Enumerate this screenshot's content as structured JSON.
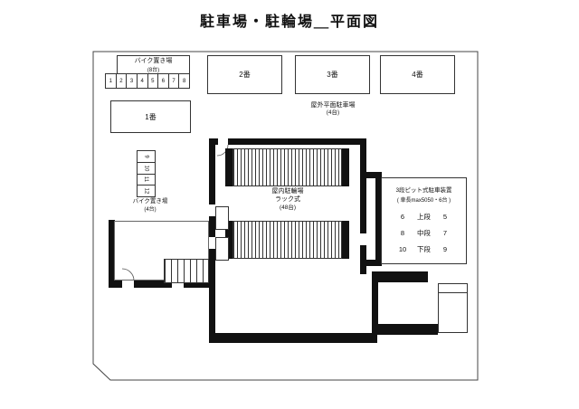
{
  "title": "駐車場・駐輪場＿平面図",
  "bike8": {
    "label": "バイク置き場",
    "capacity": "(8台)",
    "stalls": [
      "1",
      "2",
      "3",
      "4",
      "5",
      "6",
      "7",
      "8"
    ]
  },
  "stalls": {
    "s1": "1番",
    "s2": "2番",
    "s3": "3番",
    "s4": "4番"
  },
  "outdoor": {
    "label": "屋外平面駐車場",
    "capacity": "(4台)"
  },
  "rack4": {
    "label": "バイク置き場",
    "capacity": "(4台)",
    "stalls": [
      "9",
      "10",
      "11",
      "12"
    ]
  },
  "indoor": {
    "label": "屋内駐輪場",
    "type": "ラック式",
    "capacity": "(48台)"
  },
  "pit": {
    "label": "3段ピット式駐車装置",
    "spec": "( 車長max5050・6台 )",
    "rows": [
      {
        "l": "6",
        "m": "上段",
        "r": "5"
      },
      {
        "l": "8",
        "m": "中段",
        "r": "7"
      },
      {
        "l": "10",
        "m": "下段",
        "r": "9"
      }
    ]
  }
}
